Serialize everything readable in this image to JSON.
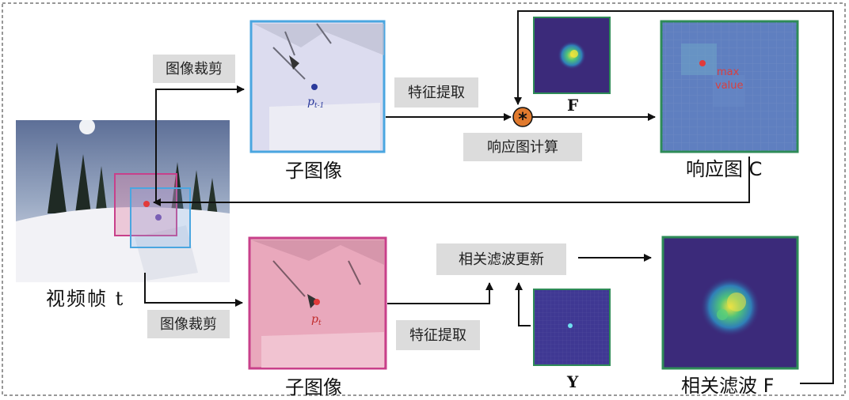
{
  "labels": {
    "crop_top": "图像裁剪",
    "crop_bottom": "图像裁剪",
    "feat_top": "特征提取",
    "feat_bottom": "特征提取",
    "response_calc": "响应图计算",
    "filter_update": "相关滤波更新",
    "subimg_top": "子图像",
    "subimg_bottom": "子图像",
    "frame_caption": "视频帧 t",
    "response_caption": "响应图 C",
    "filter_caption": "相关滤波 F",
    "F_label": "F",
    "Y_label": "Y",
    "conv_symbol": "*",
    "p_prev": "p",
    "p_prev_sub": "t-1",
    "p_curr": "p",
    "p_curr_sub": "t",
    "max_text_1": "max",
    "max_text_2": "value"
  },
  "colors": {
    "blue_frame": "#4aa6e0",
    "pink_frame": "#c8408a",
    "green_frame": "#2e8b57",
    "node_fill": "#e07a2e",
    "heat_bg": "#3b2a7a"
  }
}
